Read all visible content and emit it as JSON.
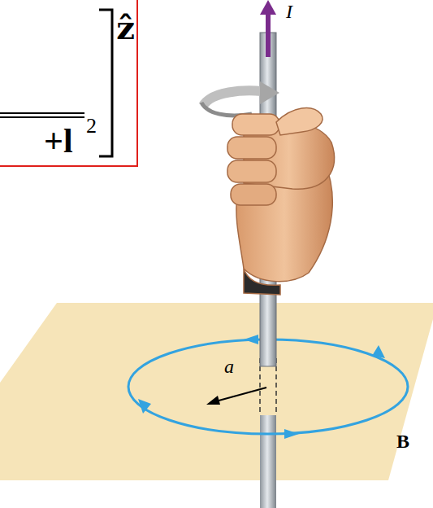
{
  "diagram": {
    "nodes": [
      {
        "text": [
          "ẑ",
          "+l",
          "2"
        ]
      }
    ],
    "labels": [
      "I",
      "a",
      "B"
    ]
  }
}
